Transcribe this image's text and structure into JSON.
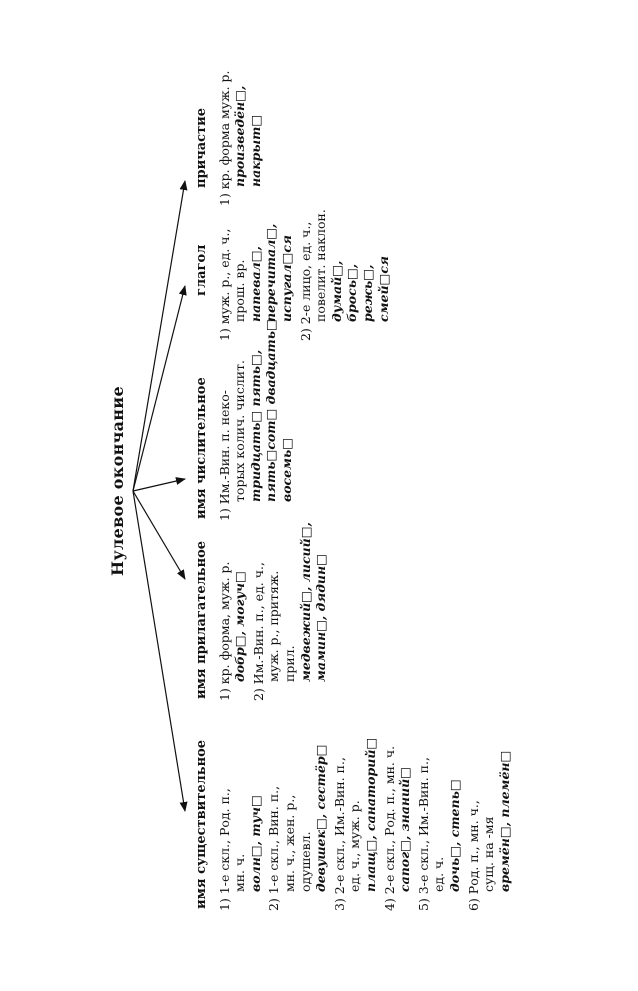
{
  "title": "Нулевое окончание",
  "columns": [
    {
      "heading": "имя существительное",
      "items": [
        {
          "lines": [
            "1) 1-е скл., Род. п.,",
            "мн. ч."
          ],
          "examples": "волн□, туч□"
        },
        {
          "lines": [
            "2) 1-е скл., Вин. п.,",
            "мн. ч., жен. р.,",
            "одушевл."
          ],
          "examples": "девушек□, сестёр□"
        },
        {
          "lines": [
            "3) 2-е скл., Им.-Вин. п.,",
            "ед. ч., муж. р."
          ],
          "examples": "плащ□, санаторий□"
        },
        {
          "lines": [
            "4) 2-е скл., Род. п., мн. ч."
          ],
          "examples": "сапог□, знаний□"
        },
        {
          "lines": [
            "5) 3-е скл., Им.-Вин. п.,",
            "ед. ч."
          ],
          "examples": "дочь□, степь□"
        },
        {
          "lines": [
            "6) Род. п., мн. ч.,",
            "сущ. на -мя"
          ],
          "examples": "времён□, племён□"
        }
      ]
    },
    {
      "heading": "имя прилагательное",
      "items": [
        {
          "lines": [
            "1) кр. форма, муж. р."
          ],
          "examples": "добр□, могуч□"
        },
        {
          "lines": [
            "2) Им.-Вин. п., ед. ч.,",
            "муж. р., притяж.",
            "прил."
          ],
          "examples": "медвежий□, лисий□,",
          "examples2": "мамин□, дядин□"
        }
      ]
    },
    {
      "heading": "имя числительное",
      "items": [
        {
          "lines": [
            "1) Им.-Вин. п. неко-",
            "торых колич. числит."
          ],
          "examples": "тридцать□ пять□,",
          "examples2": "пять□сот□ двадцать□",
          "examples3": "восемь□"
        }
      ]
    },
    {
      "heading": "глагол",
      "items": [
        {
          "lines": [
            "1) муж. р., ед. ч.,",
            "прош. вр."
          ],
          "examples": "напевал□,",
          "examples2": "перечитал□,",
          "examples3": "испугал□ся"
        },
        {
          "lines": [
            "2) 2-е лицо, ед. ч.,",
            "повелит. наклон."
          ],
          "examples": "думай□,",
          "examples2": "брось□,",
          "examples3": "режь□,",
          "examples4": "смей□ся"
        }
      ]
    },
    {
      "heading": "причастие",
      "items": [
        {
          "lines": [
            "1) кр. форма муж. р."
          ],
          "examples": "произведён□,",
          "examples2": "накрыт□"
        }
      ]
    }
  ]
}
